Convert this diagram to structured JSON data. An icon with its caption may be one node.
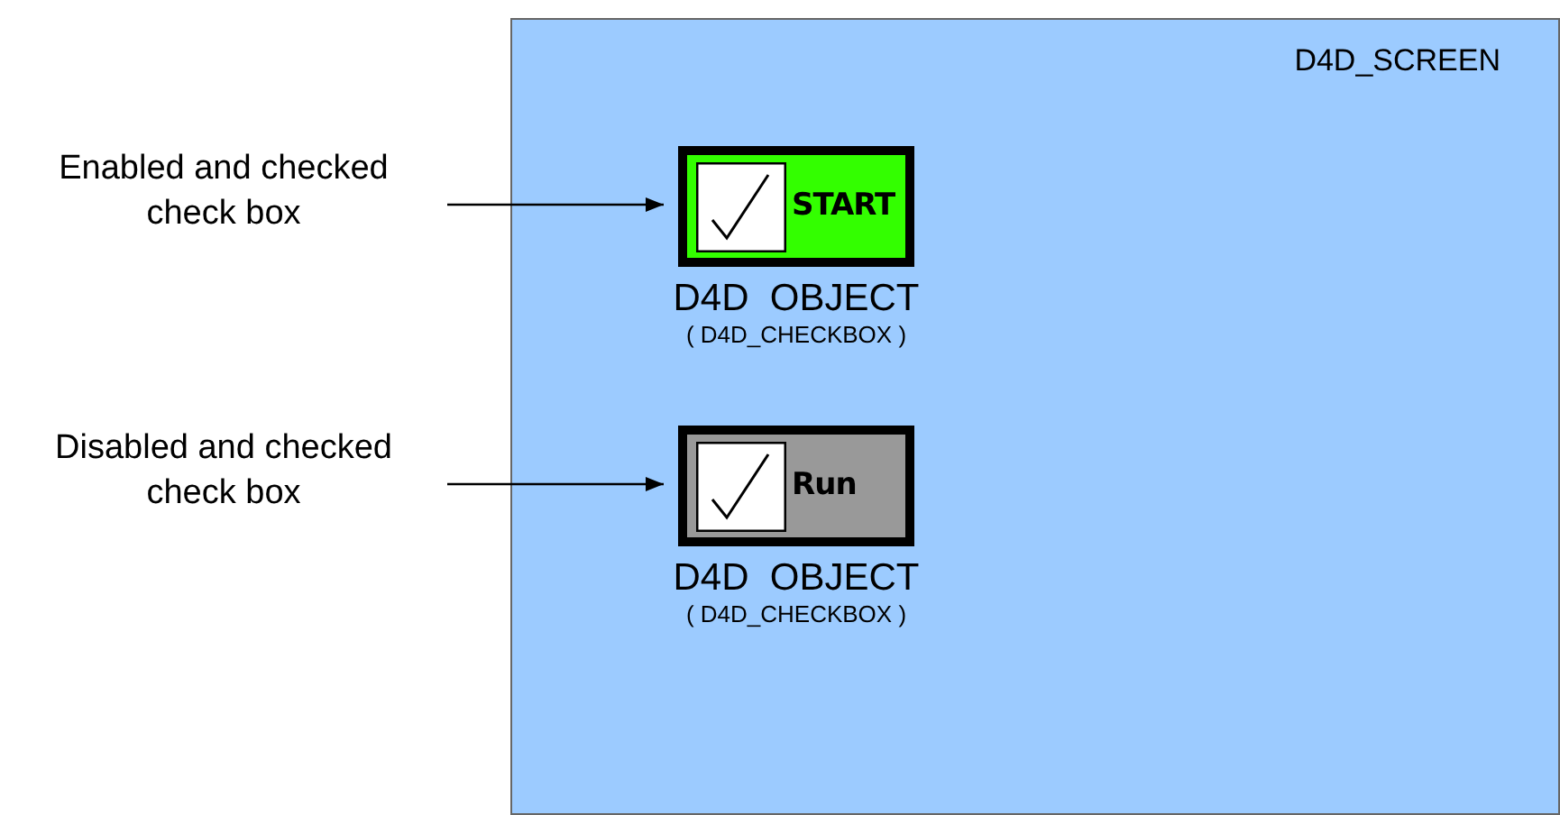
{
  "diagram": {
    "nodes": [
      {
        "text": [
          "D4D_SCREEN"
        ]
      },
      {
        "text": [
          "START"
        ],
        "in": 0,
        "beside": [
          "D4D  OBJECT",
          "( D4D_CHECKBOX )"
        ]
      },
      {
        "text": [
          "Run"
        ],
        "in": 0,
        "beside": [
          "D4D  OBJECT",
          "( D4D_CHECKBOX )"
        ]
      },
      {
        "text": [
          "Enabled and checked check box"
        ]
      },
      {
        "text": [
          "Disabled and checked check box"
        ]
      }
    ],
    "edges": [
      {
        "from": 3,
        "to": 1,
        "arrow": "to"
      },
      {
        "from": 4,
        "to": 2,
        "arrow": "to"
      }
    ]
  }
}
